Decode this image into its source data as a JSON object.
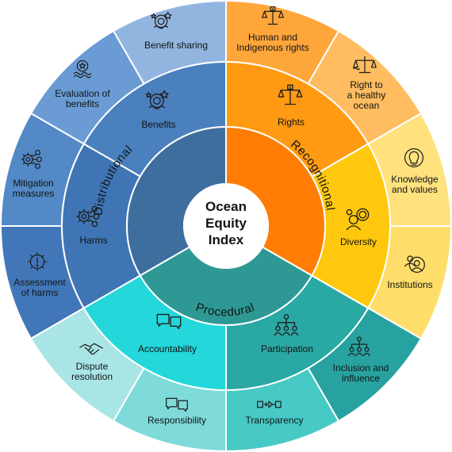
{
  "center": {
    "lines": [
      "Ocean",
      "Equity",
      "Index"
    ]
  },
  "dimensions": [
    {
      "label": "Distributional",
      "color": "#3e6e9e"
    },
    {
      "label": "Recognitional",
      "color": "#ff7d04"
    },
    {
      "label": "Procedural",
      "color": "#2e9994"
    }
  ],
  "components": [
    {
      "label": [
        "Benefits"
      ],
      "icon": "coin-stars-icon",
      "color": "#4a80be"
    },
    {
      "label": [
        "Harms"
      ],
      "icon": "gear-network-icon",
      "color": "#3f75b5"
    },
    {
      "label": [
        "Rights"
      ],
      "icon": "scales-of-justice-icon",
      "color": "#ff9a12"
    },
    {
      "label": [
        "Diversity"
      ],
      "icon": "diverse-people-icon",
      "color": "#ffc80e"
    },
    {
      "label": [
        "Participation"
      ],
      "icon": "organization-chart-icon",
      "color": "#2aa8a4"
    },
    {
      "label": [
        "Accountability"
      ],
      "icon": "speech-bubbles-icon",
      "color": "#23d7da"
    }
  ],
  "indicators": [
    {
      "label": [
        "Benefit sharing"
      ],
      "icon": "coin-stars-icon",
      "color": "#92b5e0"
    },
    {
      "label": [
        "Evaluation of",
        "benefits"
      ],
      "icon": "coin-waves-icon",
      "color": "#6a9bd4"
    },
    {
      "label": [
        "Mitigation",
        "measures"
      ],
      "icon": "gear-network-icon",
      "color": "#5289c6"
    },
    {
      "label": [
        "Assessment",
        "of harms"
      ],
      "icon": "warning-gear-icon",
      "color": "#4177b8"
    },
    {
      "label": [
        "Human and",
        "Indigenous rights"
      ],
      "icon": "scales-of-justice-icon",
      "color": "#ffa63a"
    },
    {
      "label": [
        "Right to",
        "a healthy",
        "ocean"
      ],
      "icon": "balance-scale-icon",
      "color": "#ffbc60"
    },
    {
      "label": [
        "Knowledge",
        "and values"
      ],
      "icon": "lightbulb-icon",
      "color": "#ffe17d"
    },
    {
      "label": [
        "Institutions"
      ],
      "icon": "people-group-icon",
      "color": "#ffdd6a"
    },
    {
      "label": [
        "Inclusion and",
        "influence"
      ],
      "icon": "organization-chart-icon",
      "color": "#28a2a0"
    },
    {
      "label": [
        "Transparency"
      ],
      "icon": "process-flow-icon",
      "color": "#47c9c6"
    },
    {
      "label": [
        "Responsibility"
      ],
      "icon": "speech-bubbles-icon",
      "color": "#7edbda"
    },
    {
      "label": [
        "Dispute",
        "resolution"
      ],
      "icon": "handshake-icon",
      "color": "#a9e5e5"
    }
  ]
}
